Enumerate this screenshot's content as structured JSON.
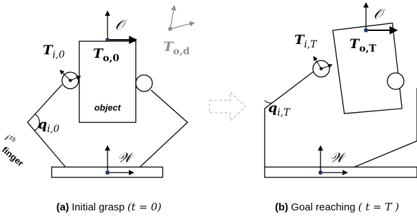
{
  "panel_a": {
    "frame_O": "𝒪",
    "frame_W": "𝒲",
    "T_i0_main": "T",
    "T_i0_sub": "i,0",
    "T_o0_main": "T",
    "T_o0_sub": "o,0",
    "T_od_main": "T",
    "T_od_sub": "o,d",
    "object_label": "object",
    "q_main": "q",
    "q_sub": "i,0",
    "finger_sup": "th",
    "finger_i": "i",
    "finger_word": "finger",
    "caption_bold": "(a)",
    "caption_text": "Initial grasp",
    "caption_math": "(t = 0)"
  },
  "panel_b": {
    "frame_O": "𝒪",
    "frame_W": "𝒲",
    "T_iT_main": "T",
    "T_iT_sub": "i,T",
    "T_oT_main": "T",
    "T_oT_sub": "o,T",
    "q_main": "q",
    "q_sub": "i,T",
    "caption_bold": "(b)",
    "caption_text": "Goal reaching",
    "caption_math": "( t = T )"
  },
  "colors": {
    "ink": "#000000",
    "ghost_frame": "#8c8c8c",
    "arrow_dashed": "#bfbfbf",
    "point": "#1f3864"
  }
}
